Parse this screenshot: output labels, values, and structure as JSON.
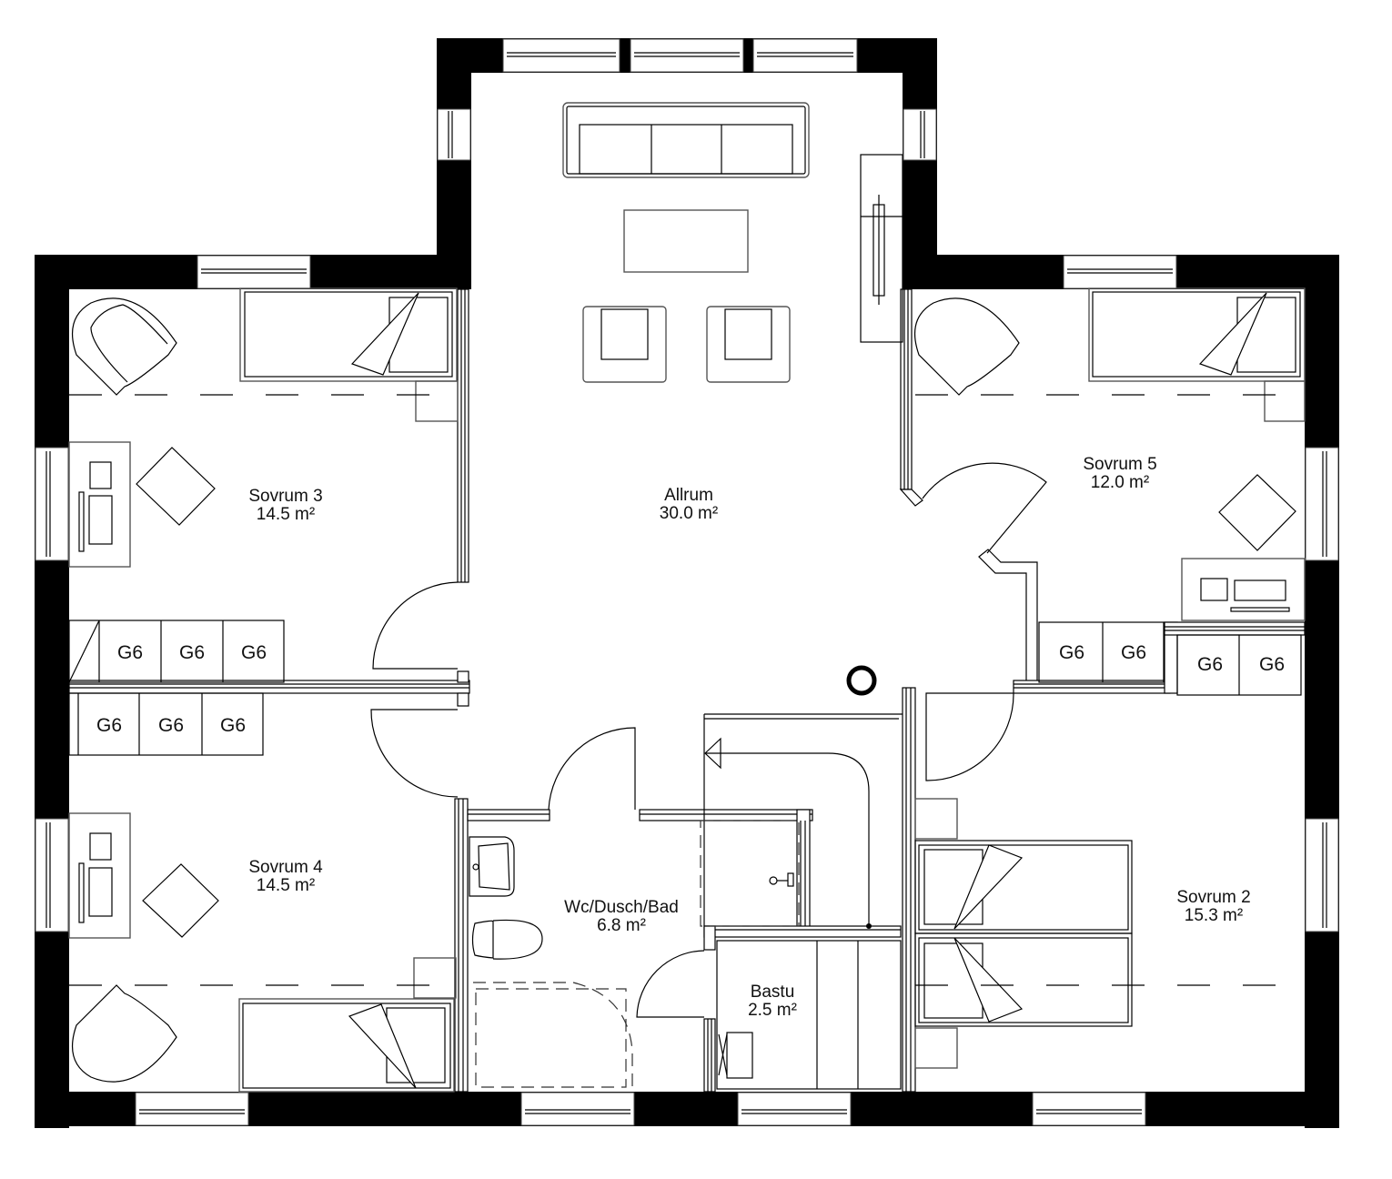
{
  "plan": {
    "type": "floor-plan",
    "rooms": [
      {
        "id": "allrum",
        "name": "Allrum",
        "area": "30.0 m²"
      },
      {
        "id": "sovrum3",
        "name": "Sovrum 3",
        "area": "14.5 m²"
      },
      {
        "id": "sovrum4",
        "name": "Sovrum 4",
        "area": "14.5 m²"
      },
      {
        "id": "sovrum5",
        "name": "Sovrum 5",
        "area": "12.0 m²"
      },
      {
        "id": "sovrum2",
        "name": "Sovrum 2",
        "area": "15.3 m²"
      },
      {
        "id": "wc",
        "name": "Wc/Dusch/Bad",
        "area": "6.8 m²"
      },
      {
        "id": "bastu",
        "name": "Bastu",
        "area": "2.5 m²"
      }
    ],
    "wardrobe_label": "G6",
    "wardrobes": {
      "sovrum3": [
        "G6",
        "G6",
        "G6"
      ],
      "sovrum4": [
        "G6",
        "G6",
        "G6"
      ],
      "sovrum5": [
        "G6",
        "G6"
      ],
      "sovrum2": [
        "G6",
        "G6"
      ]
    },
    "colors": {
      "wall": "#000000",
      "background": "#ffffff",
      "line": "#000000"
    }
  }
}
